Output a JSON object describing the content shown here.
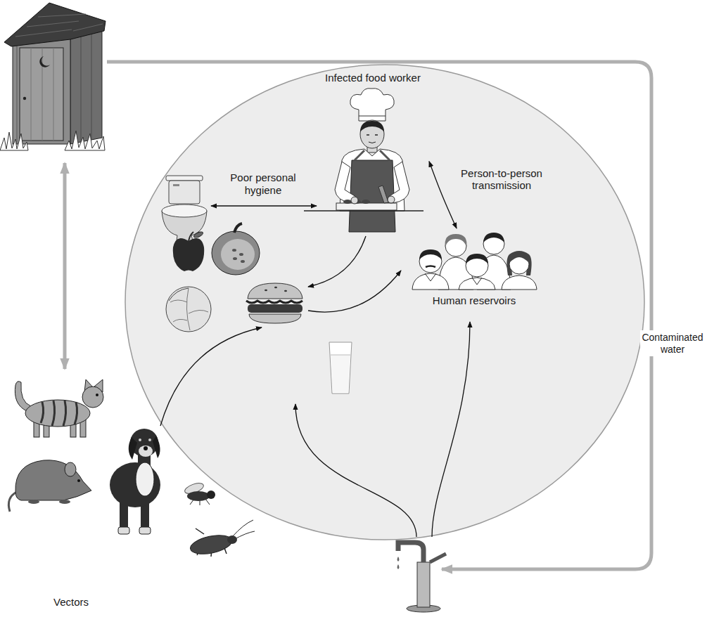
{
  "diagram": {
    "nodes": [
      {
        "text": [
          "Infected food worker"
        ]
      },
      {
        "text": [
          "Human reservoirs"
        ]
      },
      {
        "text": [
          "Vectors"
        ]
      }
    ],
    "edges": [
      {
        "from": 0,
        "to": 1,
        "label": "Person-to-person transmission",
        "arrow": "both"
      }
    ],
    "labels": [
      "Poor personal hygiene",
      "Contaminated water"
    ]
  }
}
